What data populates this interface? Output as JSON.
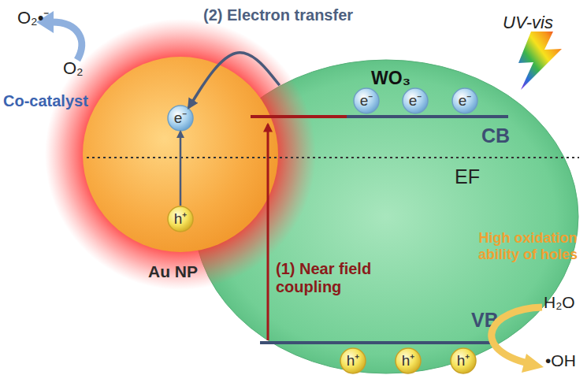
{
  "diagram": {
    "nodes": [
      {
        "text": [
          "Au NP"
        ]
      },
      {
        "text": [
          "e⁻"
        ],
        "in": 0
      },
      {
        "text": [
          "h⁺"
        ],
        "in": 0
      },
      {
        "text": [
          "WO₃",
          "CB",
          "EF",
          "VB"
        ]
      },
      {
        "text": [
          "e⁻"
        ],
        "in": 3
      },
      {
        "text": [
          "e⁻"
        ],
        "in": 3
      },
      {
        "text": [
          "e⁻"
        ],
        "in": 3
      },
      {
        "text": [
          "h⁺"
        ],
        "in": 3
      },
      {
        "text": [
          "h⁺"
        ],
        "in": 3
      },
      {
        "text": [
          "h⁺"
        ],
        "in": 3
      }
    ],
    "edges": [
      {
        "from": 3,
        "to": 1,
        "arrow": "to",
        "label": "(2) Electron transfer"
      },
      {
        "from": 2,
        "to": 1,
        "arrow": "to"
      }
    ],
    "labels": [
      "O₂•⁻",
      "O₂",
      "Co-catalyst",
      "(1) Near field coupling",
      "UV-vis",
      "High oxidation ability of holes",
      "H₂O",
      "•OH"
    ]
  }
}
